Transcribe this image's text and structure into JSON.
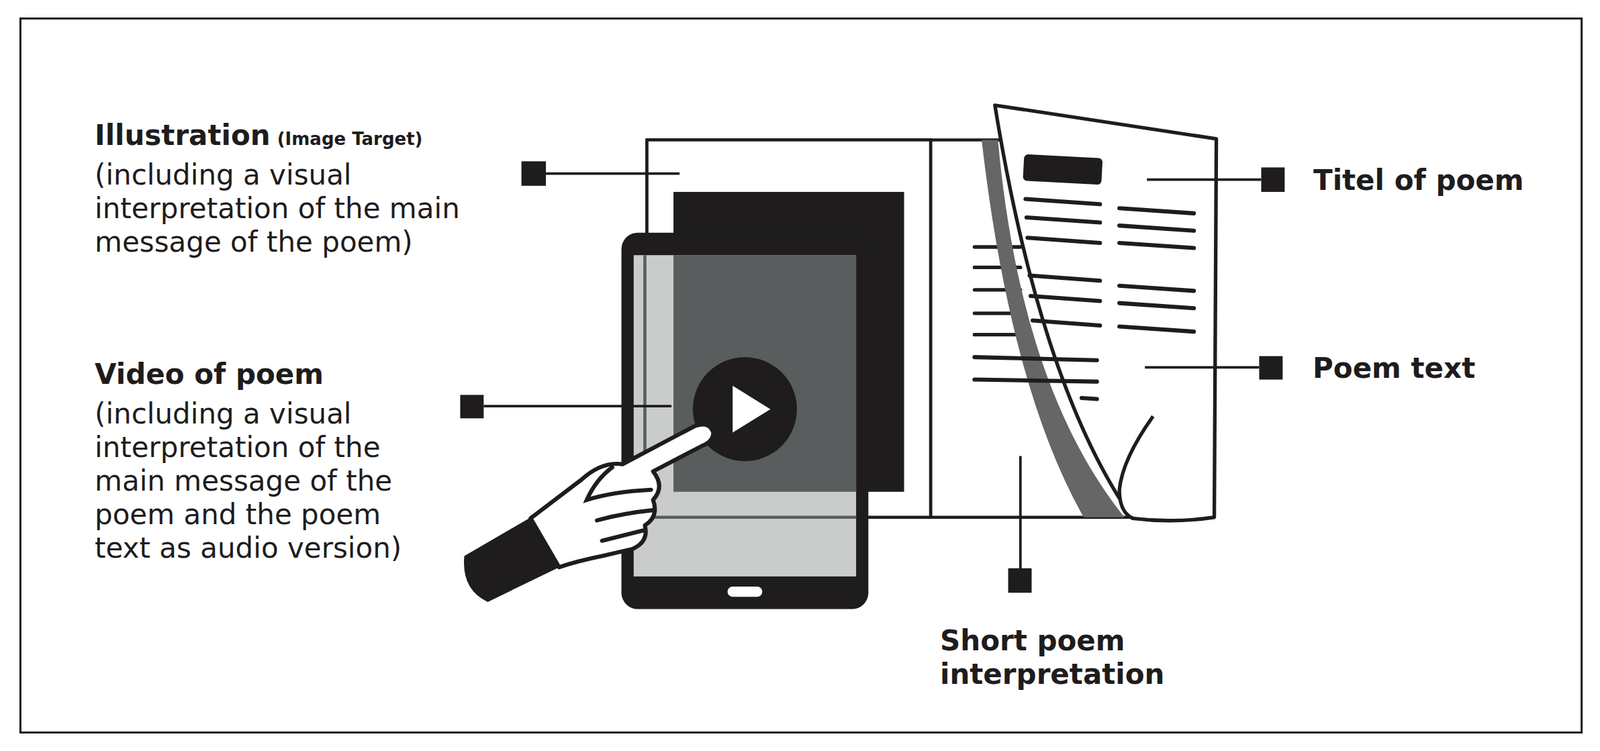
{
  "diagram": {
    "labels": [
      "Illustration",
      "(Image Target)",
      "(including a visual interpretation of the main message of the poem)",
      "Video of poem",
      "(including a visual interpretation of the main message of the poem and the poem text as audio version)",
      "Titel of poem",
      "Poem text",
      "Short poem interpretation"
    ]
  }
}
